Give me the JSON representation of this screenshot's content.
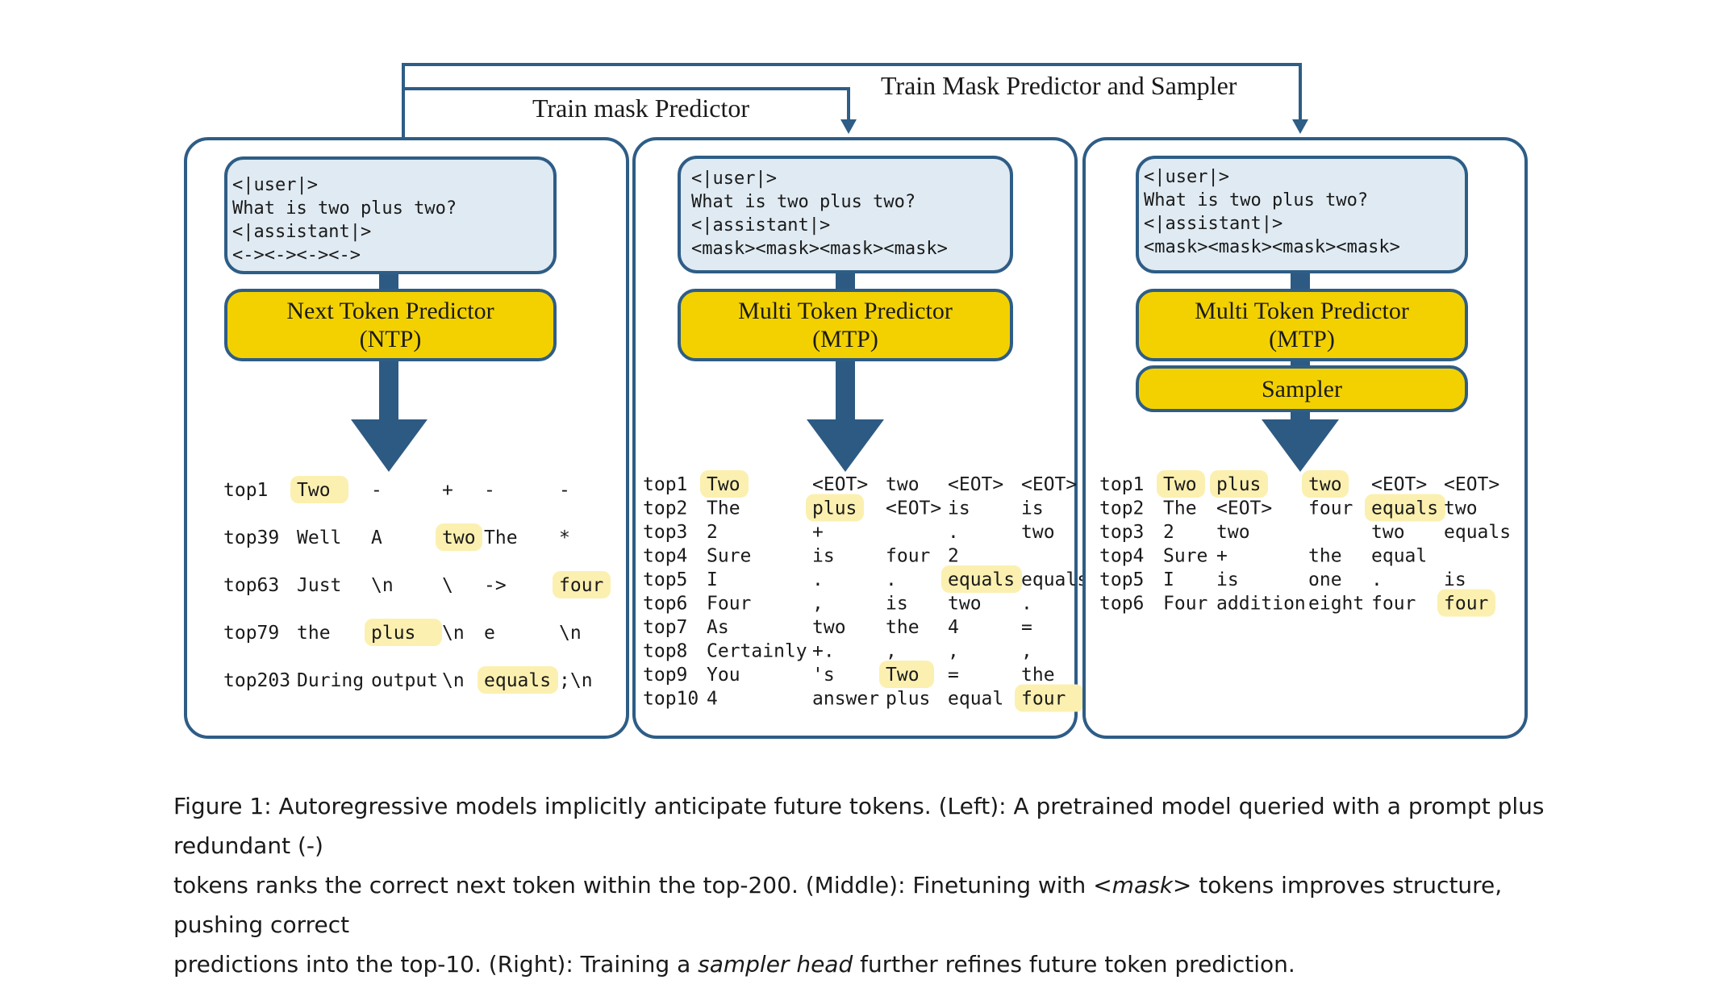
{
  "header": {
    "train_mask_predictor": "Train mask Predictor",
    "train_mask_predictor_and_sampler": "Train Mask Predictor and Sampler"
  },
  "panels": [
    {
      "id": "left",
      "prompt": [
        "<|user|>",
        "What is two plus two?",
        "<|assistant|>",
        "<-><-><-><->"
      ],
      "model": [
        "Next Token Predictor",
        "(NTP)"
      ],
      "sampler": null,
      "rows": [
        {
          "label": "top1",
          "tokens": [
            "Two",
            "-",
            "+",
            "-",
            "-"
          ]
        },
        {
          "label": "top39",
          "tokens": [
            "Well",
            "A",
            "two",
            "The",
            "*"
          ]
        },
        {
          "label": "top63",
          "tokens": [
            "Just",
            "\\n",
            "\\",
            "->",
            "four"
          ]
        },
        {
          "label": "top79",
          "tokens": [
            "the",
            "plus",
            "\\n",
            "e",
            "\\n"
          ]
        },
        {
          "label": "top203",
          "tokens": [
            "During",
            "output",
            "\\n",
            "equals",
            ";\\n"
          ]
        }
      ],
      "highlights": [
        [
          0,
          0
        ],
        [
          1,
          2
        ],
        [
          2,
          4
        ],
        [
          3,
          1
        ],
        [
          4,
          3
        ]
      ]
    },
    {
      "id": "middle",
      "prompt": [
        "<|user|>",
        "What is two plus two?",
        "<|assistant|>",
        "<mask><mask><mask><mask>"
      ],
      "model": [
        "Multi Token Predictor",
        "(MTP)"
      ],
      "sampler": null,
      "rows": [
        {
          "label": "top1",
          "tokens": [
            "Two",
            "<EOT>",
            "two",
            "<EOT>",
            "<EOT>"
          ]
        },
        {
          "label": "top2",
          "tokens": [
            "The",
            "plus",
            "<EOT>",
            "is",
            "is"
          ]
        },
        {
          "label": "top3",
          "tokens": [
            "2",
            "+",
            "",
            ".",
            "two"
          ]
        },
        {
          "label": "top4",
          "tokens": [
            "Sure",
            "is",
            "four",
            "2",
            ""
          ]
        },
        {
          "label": "top5",
          "tokens": [
            "I",
            ".",
            ".",
            "equals",
            "equals"
          ]
        },
        {
          "label": "top6",
          "tokens": [
            "Four",
            ",",
            "is",
            "two",
            "."
          ]
        },
        {
          "label": "top7",
          "tokens": [
            "As",
            "two",
            "the",
            "4",
            "="
          ]
        },
        {
          "label": "top8",
          "tokens": [
            "Certainly",
            "+.",
            ",",
            ",",
            ","
          ]
        },
        {
          "label": "top9",
          "tokens": [
            "You",
            "'s",
            "Two",
            "=",
            "the"
          ]
        },
        {
          "label": "top10",
          "tokens": [
            "4",
            "answer",
            "plus",
            "equal",
            "four"
          ]
        }
      ],
      "highlights": [
        [
          0,
          0
        ],
        [
          1,
          1
        ],
        [
          4,
          3
        ],
        [
          8,
          2
        ],
        [
          9,
          4
        ]
      ]
    },
    {
      "id": "right",
      "prompt": [
        "<|user|>",
        "What is two plus two?",
        "<|assistant|>",
        "<mask><mask><mask><mask>"
      ],
      "model": [
        "Multi Token Predictor",
        "(MTP)"
      ],
      "sampler": "Sampler",
      "rows": [
        {
          "label": "top1",
          "tokens": [
            "Two",
            "plus",
            "two",
            "<EOT>",
            "<EOT>"
          ]
        },
        {
          "label": "top2",
          "tokens": [
            "The",
            "<EOT>",
            "four",
            "equals",
            "two"
          ]
        },
        {
          "label": "top3",
          "tokens": [
            "2",
            "two",
            "",
            "two",
            "equals"
          ]
        },
        {
          "label": "top4",
          "tokens": [
            "Sure",
            "+",
            "the",
            "equal",
            ""
          ]
        },
        {
          "label": "top5",
          "tokens": [
            "I",
            "is",
            "one",
            ".",
            "is"
          ]
        },
        {
          "label": "top6",
          "tokens": [
            "Four",
            "addition",
            "eight",
            "four",
            "four"
          ]
        }
      ],
      "highlights": [
        [
          0,
          0
        ],
        [
          0,
          1
        ],
        [
          0,
          2
        ],
        [
          1,
          3
        ],
        [
          5,
          4
        ]
      ]
    }
  ],
  "caption": {
    "line1": "Figure 1: Autoregressive models implicitly anticipate future tokens. (Left): A pretrained model queried with a prompt plus redundant (-)",
    "line2_a": "tokens ranks the correct next token within the top-200. (Middle): Finetuning with ",
    "line2_em": "<mask>",
    "line2_b": " tokens improves structure, pushing correct",
    "line3_a": "predictions into the top-10. (Right): Training a ",
    "line3_em": "sampler head",
    "line3_b": " further refines future token prediction."
  },
  "colors": {
    "frame": "#2e5d86",
    "prompt_fill": "#dfeaf2",
    "model_fill": "#f3d100",
    "arrow": "#2d5a83",
    "highlight": "#fbf0b0",
    "text": "#1a1a1a"
  }
}
